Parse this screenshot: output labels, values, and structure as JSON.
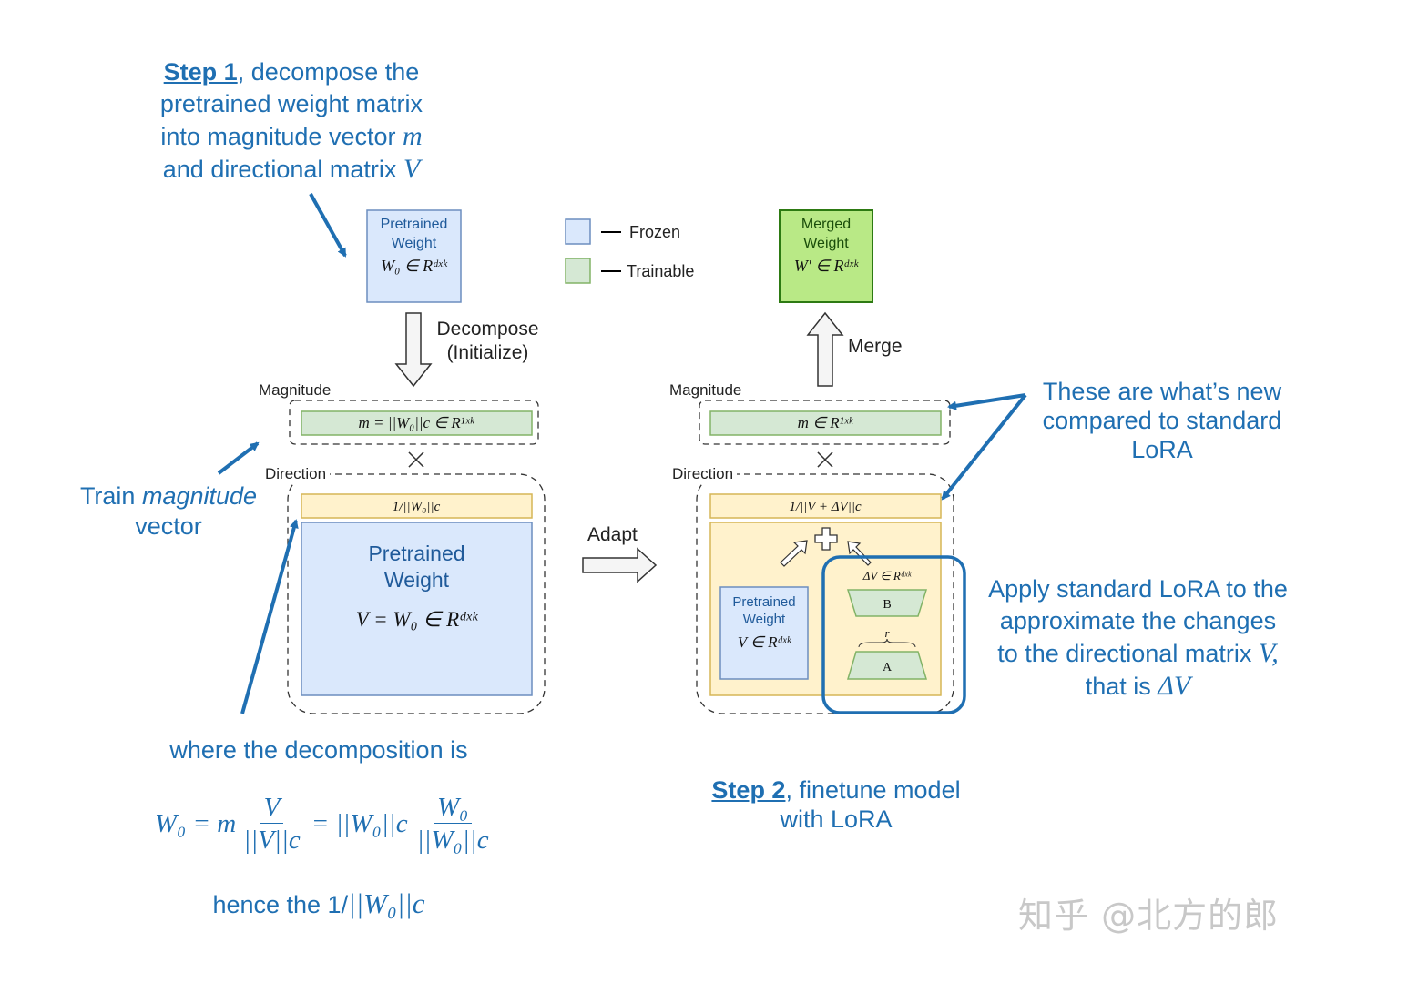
{
  "step1": {
    "step_label": "Step 1",
    "rest_line1": ", decompose the",
    "line2": "pretrained weight matrix",
    "line3_text": "into magnitude vector ",
    "line3_math": "m",
    "line4_text": "and directional matrix ",
    "line4_math": "V"
  },
  "pretrained_box": {
    "line1": "Pretrained",
    "line2": "Weight",
    "math": "W₀ ∈ Rᵈˣᵏ"
  },
  "legend": {
    "frozen": "Frozen",
    "trainable": "Trainable",
    "frozen_color": "#dae8fc",
    "trainable_color": "#d5e8d4"
  },
  "merged_box": {
    "line1": "Merged",
    "line2": "Weight",
    "math": "W′ ∈ Rᵈˣᵏ"
  },
  "arrows": {
    "decompose_line1": "Decompose",
    "decompose_line2": "(Initialize)",
    "merge": "Merge",
    "adapt": "Adapt"
  },
  "left": {
    "magnitude_label": "Magnitude",
    "magnitude_math": "m = ||W₀||c ∈ R¹ˣᵏ",
    "direction_label": "Direction",
    "norm_math": "1/||W₀||c",
    "big_line1": "Pretrained",
    "big_line2": "Weight",
    "big_math": "V = W₀ ∈ Rᵈˣᵏ"
  },
  "right": {
    "magnitude_label": "Magnitude",
    "magnitude_math": "m ∈ R¹ˣᵏ",
    "direction_label": "Direction",
    "norm_math": "1/||V + ΔV||c",
    "inner_line1": "Pretrained",
    "inner_line2": "Weight",
    "inner_math": "V ∈ Rᵈˣᵏ",
    "delta_math": "ΔV ∈ Rᵈˣᵏ",
    "b_label": "B",
    "a_label": "A",
    "r_label": "r"
  },
  "train_magnitude": {
    "line1_text": "Train ",
    "line1_em": "magnitude",
    "line2": "vector"
  },
  "decomposition": {
    "caption": "where the decomposition is",
    "eq_lhs": "W₀ = m",
    "frac1_num": "V",
    "frac1_den": "||V||c",
    "eq_mid": "= ||W₀||c",
    "frac2_num": "W₀",
    "frac2_den": "||W₀||c",
    "hence_text": "hence the 1/",
    "hence_math": "||W₀||c"
  },
  "whats_new": {
    "line1": "These are what’s new",
    "line2": "compared to standard",
    "line3": "LoRA"
  },
  "apply_lora": {
    "line1": "Apply standard LoRA to the",
    "line2": "approximate the changes",
    "line3_text": "to the directional matrix ",
    "line3_math": "V,",
    "line4_text": "that is ",
    "line4_math": "ΔV"
  },
  "step2": {
    "step_label": "Step 2",
    "rest_line1": ", finetune model",
    "line2": "with LoRA"
  },
  "watermark": "知乎 @北方的郎",
  "colors": {
    "annotation": "#1f6fb2",
    "frozen_fill": "#dae8fc",
    "trainable_fill": "#d5e8d4",
    "norm_fill": "#fff2cc",
    "merged_fill": "#b9e986"
  }
}
